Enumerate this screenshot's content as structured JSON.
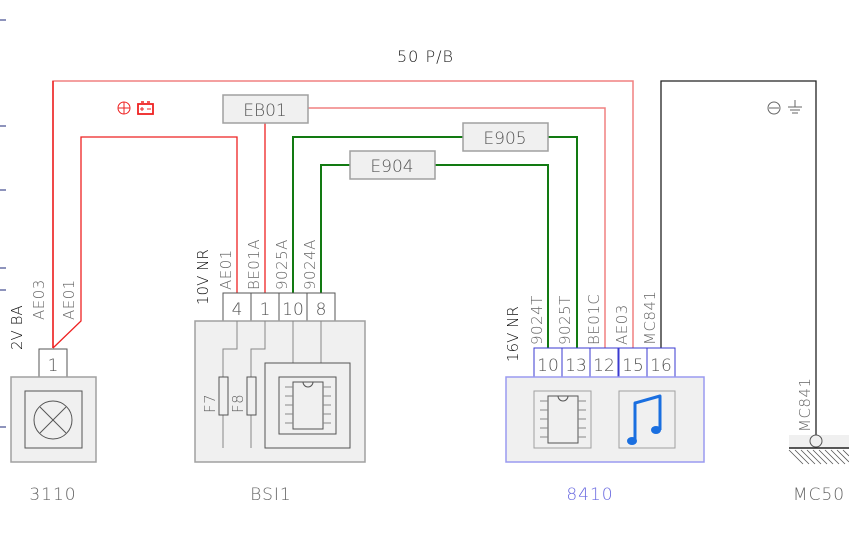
{
  "diagram": {
    "title": "50 P/B",
    "colors": {
      "power_wire": "#ee2222",
      "power_wire_light": "#f08080",
      "signal_wire": "#127a12",
      "ground_wire": "#222222",
      "component_fill": "#f0f0f0",
      "component_stroke": "#a0a0a0",
      "selected_stroke": "#9a9af0",
      "selected_text": "#6a6ae0",
      "pin_stroke_selected": "#3a3ad0",
      "margin_tick": "#1c2a7a"
    },
    "symbols": {
      "battery_positive": {
        "label": "⊕",
        "icon": "battery-icon"
      },
      "ground_negative": {
        "label": "⊖",
        "icon": "ground-icon"
      }
    },
    "splices": [
      {
        "id": "EB01",
        "label": "EB01"
      },
      {
        "id": "E905",
        "label": "E905"
      },
      {
        "id": "E904",
        "label": "E904"
      }
    ],
    "components": [
      {
        "id": "3110",
        "label": "3110",
        "connector": "2V BA",
        "pins": [
          {
            "pin": "1",
            "wire": "AE03",
            "wire2": "AE01"
          }
        ]
      },
      {
        "id": "BSI1",
        "label": "BSI1",
        "connector": "10V NR",
        "fuses": [
          "F7",
          "F8"
        ],
        "pins": [
          {
            "pin": "4",
            "wire": "AE01"
          },
          {
            "pin": "1",
            "wire": "BE01A"
          },
          {
            "pin": "10",
            "wire": "9025A"
          },
          {
            "pin": "8",
            "wire": "9024A"
          }
        ]
      },
      {
        "id": "8410",
        "label": "8410",
        "selected": true,
        "connector": "16V NR",
        "pins": [
          {
            "pin": "10",
            "wire": "9024T"
          },
          {
            "pin": "13",
            "wire": "9025T"
          },
          {
            "pin": "12",
            "wire": "BE01C"
          },
          {
            "pin": "15",
            "wire": "AE03"
          },
          {
            "pin": "16",
            "wire": "MC841"
          }
        ]
      },
      {
        "id": "MC50",
        "label": "MC50",
        "wire": "MC841"
      }
    ]
  }
}
